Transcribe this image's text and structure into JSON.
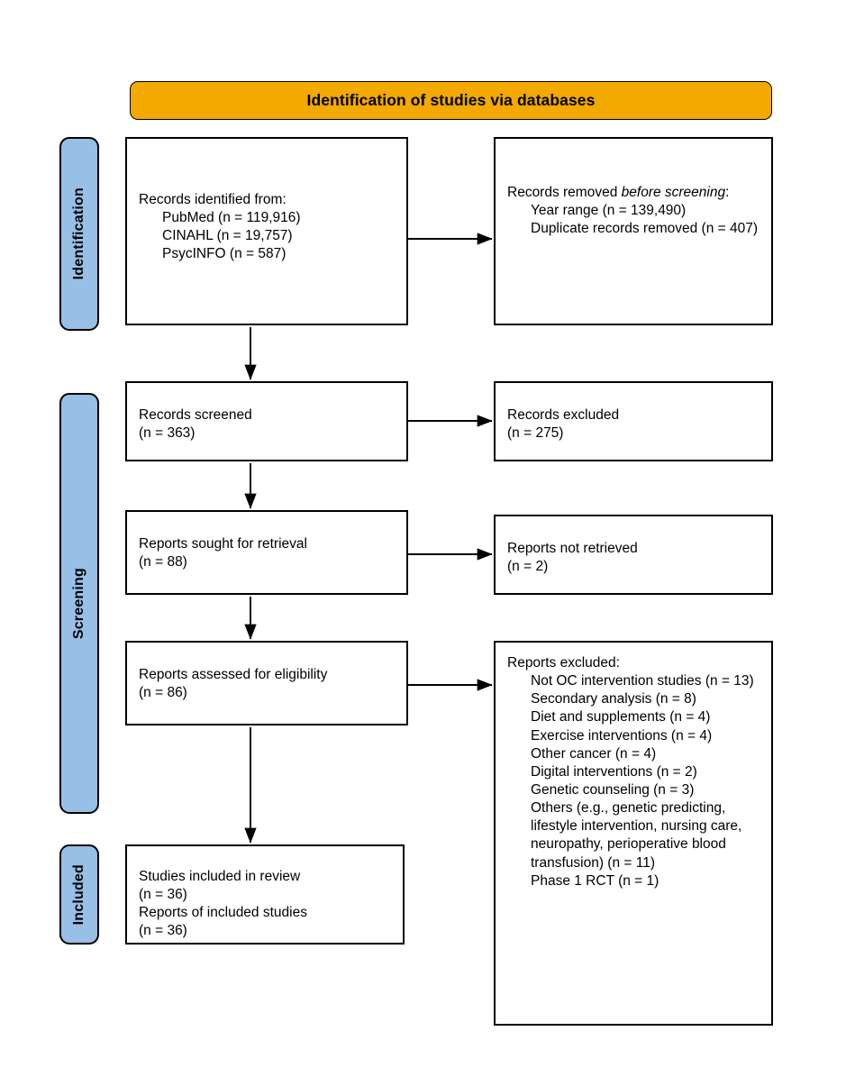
{
  "banner": {
    "title": "Identification of studies via databases",
    "color": "#F2A900"
  },
  "stages": {
    "identification": "Identification",
    "screening": "Screening",
    "included": "Included",
    "color": "#98BFE5"
  },
  "boxes": {
    "records_identified": {
      "heading": "Records identified from:",
      "items": [
        "PubMed (n = 119,916)",
        "CINAHL (n = 19,757)",
        "PsycINFO (n = 587)"
      ]
    },
    "records_removed": {
      "heading_pre": "Records removed ",
      "heading_italic": "before screening",
      "heading_post": ":",
      "items": [
        "Year range (n = 139,490)",
        "Duplicate records removed (n = 407)"
      ]
    },
    "records_screened": {
      "label": "Records screened",
      "count": "(n = 363)"
    },
    "records_excluded": {
      "label": "Records excluded",
      "count": "(n = 275)"
    },
    "reports_sought": {
      "label": "Reports sought for retrieval",
      "count": "(n = 88)"
    },
    "reports_not_retrieved": {
      "label": "Reports not retrieved",
      "count": "(n = 2)"
    },
    "reports_assessed": {
      "label": "Reports assessed for eligibility",
      "count": "(n = 86)"
    },
    "reports_excluded": {
      "heading": "Reports excluded:",
      "items": [
        "Not OC intervention studies (n = 13)",
        "Secondary analysis (n = 8)",
        "Diet and supplements (n = 4)",
        "Exercise interventions (n = 4)",
        "Other cancer (n = 4)",
        "Digital interventions (n = 2)",
        "Genetic counseling (n = 3)",
        "Others (e.g., genetic predicting, lifestyle intervention, nursing care, neuropathy, perioperative blood transfusion) (n = 11)",
        "Phase 1 RCT (n = 1)"
      ]
    },
    "studies_included": {
      "line1": "Studies included in review",
      "line2": "(n = 36)",
      "line3": "Reports of included studies",
      "line4": "(n = 36)"
    }
  }
}
